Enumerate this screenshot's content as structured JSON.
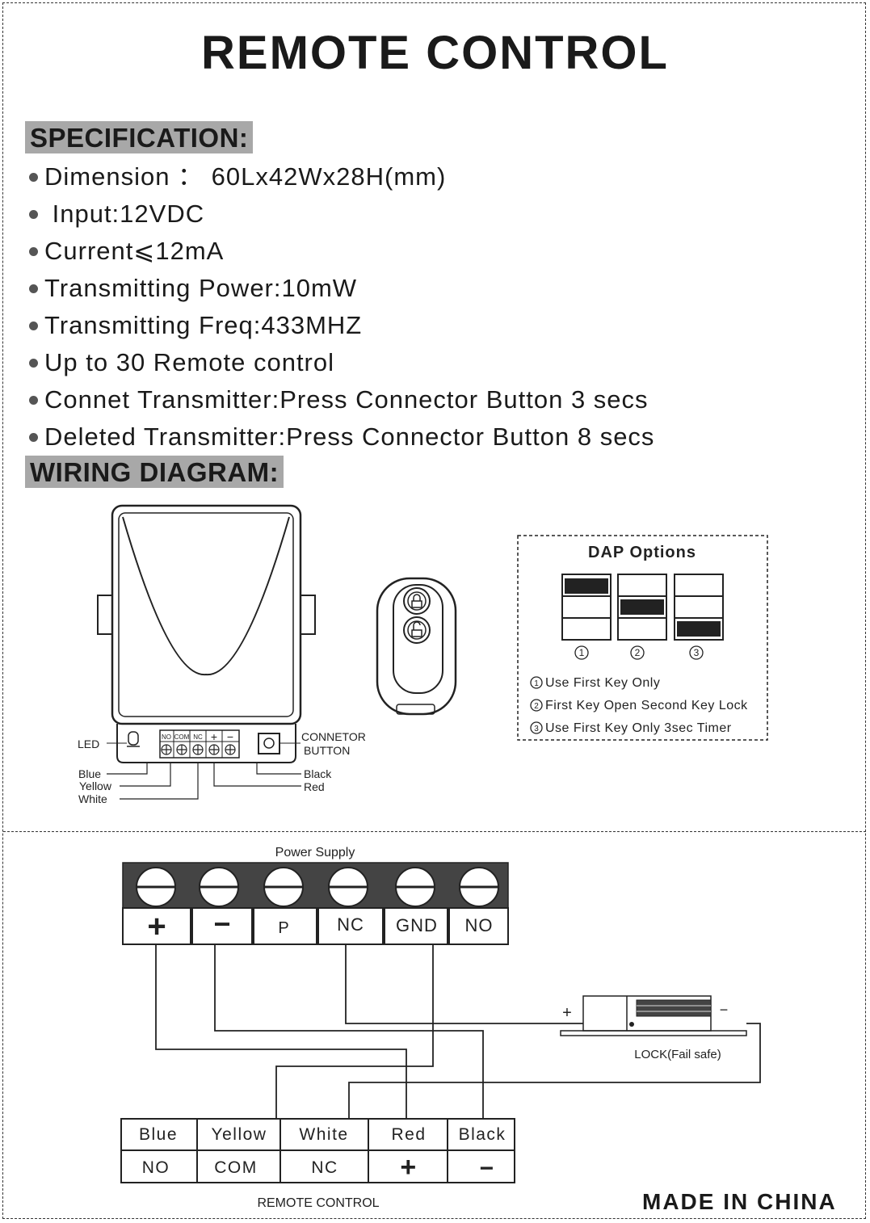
{
  "title": "REMOTE CONTROL",
  "specification": {
    "heading": "SPECIFICATION:",
    "items": [
      "Dimension ： 60Lx42Wx28H(mm)",
      " Input:12VDC",
      "Current⩽12mA",
      "Transmitting Power:10mW",
      "Transmitting Freq:433MHZ",
      "Up to 30 Remote control",
      "Connet Transmitter:Press Connector Button 3 secs",
      "Deleted Transmitter:Press Connector Button 8 secs"
    ]
  },
  "wiring": {
    "heading": "WIRING DIAGRAM:",
    "receiver": {
      "terminal_labels": [
        "NO",
        "COM",
        "NC",
        "+",
        "−"
      ],
      "led_label": "LED",
      "button_label_1": "CONNETOR",
      "button_label_2": "BUTTON",
      "wires_left": [
        "Blue",
        "Yellow",
        "White"
      ],
      "wires_right": [
        "Black",
        "Red"
      ]
    },
    "dap": {
      "title": "DAP Options",
      "numbers": [
        "1",
        "2",
        "3"
      ],
      "options": [
        "Use First Key Only",
        "First Key Open Second Key Lock",
        "Use First Key Only 3sec Timer"
      ]
    }
  },
  "power_supply": {
    "label": "Power Supply",
    "terminals": [
      "+",
      "−",
      "P",
      "NC",
      "GND",
      "NO"
    ]
  },
  "lock": {
    "label": "LOCK(Fail safe)",
    "plus": "+",
    "minus": "−"
  },
  "remote_table": {
    "colors": [
      "Blue",
      "Yellow",
      "White",
      "Red",
      "Black"
    ],
    "functions": [
      "NO",
      "COM",
      "NC",
      "+",
      "−"
    ],
    "caption": "REMOTE CONTROL"
  },
  "footer": "MADE IN CHINA"
}
